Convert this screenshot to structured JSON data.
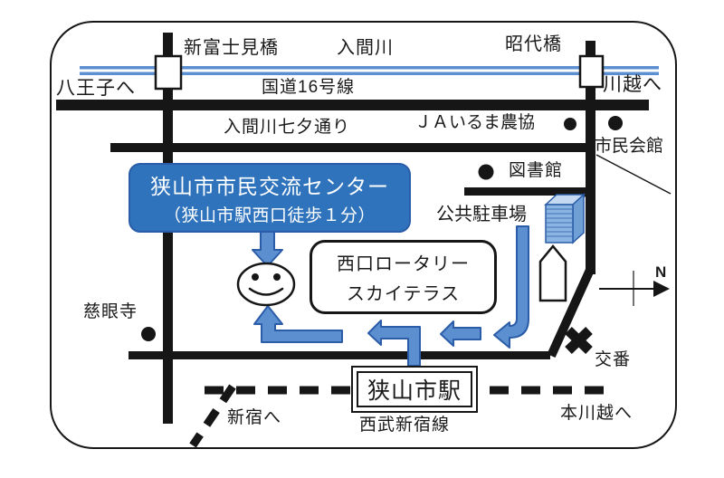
{
  "labels": {
    "shinfujimibashi": "新富士見橋",
    "irumagawa": "入間川",
    "shodaibashi": "昭代橋",
    "hachioji": "八王子へ",
    "kawagoe": "川越へ",
    "route16": "国道16号線",
    "tanabata": "入間川七夕通り",
    "ja_iruma": "ＪＡいるま農協",
    "shiminkaikan": "市民会館",
    "toshokan": "図書館",
    "parking": "公共駐車場",
    "jigenji": "慈眼寺",
    "koban": "交番",
    "seibu_line": "西武新宿線",
    "shinjuku": "新宿へ",
    "honkawagoe": "本川越へ",
    "north": "N"
  },
  "center_box": {
    "line1": "狭山市市民交流センター",
    "line2": "（狭山市駅西口徒歩１分）"
  },
  "rotary_box": {
    "line1": "西口ロータリー",
    "line2": "スカイテラス"
  },
  "station_box": {
    "name": "狭山市駅"
  },
  "icons": {
    "river": "double-blue-line",
    "bridge": "white-rect-on-river",
    "landmark_dot": "black-filled-circle",
    "koban_mark": "black-x-cross",
    "compass": "arrow-pointing-right-with-N",
    "walker": "smiley-face",
    "parking_building": "blue-3d-building",
    "white_building": "pentagon-outline",
    "railway": "black-dashed-line",
    "route_arrows": "blue-outlined-arrows"
  },
  "colors": {
    "road": "#161616",
    "river_blue": "#5b8fd0",
    "arrow_fill": "#5b8fd0",
    "arrow_border": "#2a5ca8",
    "center_box_bg": "#2f73bd",
    "building_front": "#8ab4e2",
    "building_top": "#c5daf2",
    "building_side": "#6f9fd4",
    "background": "#ffffff"
  }
}
